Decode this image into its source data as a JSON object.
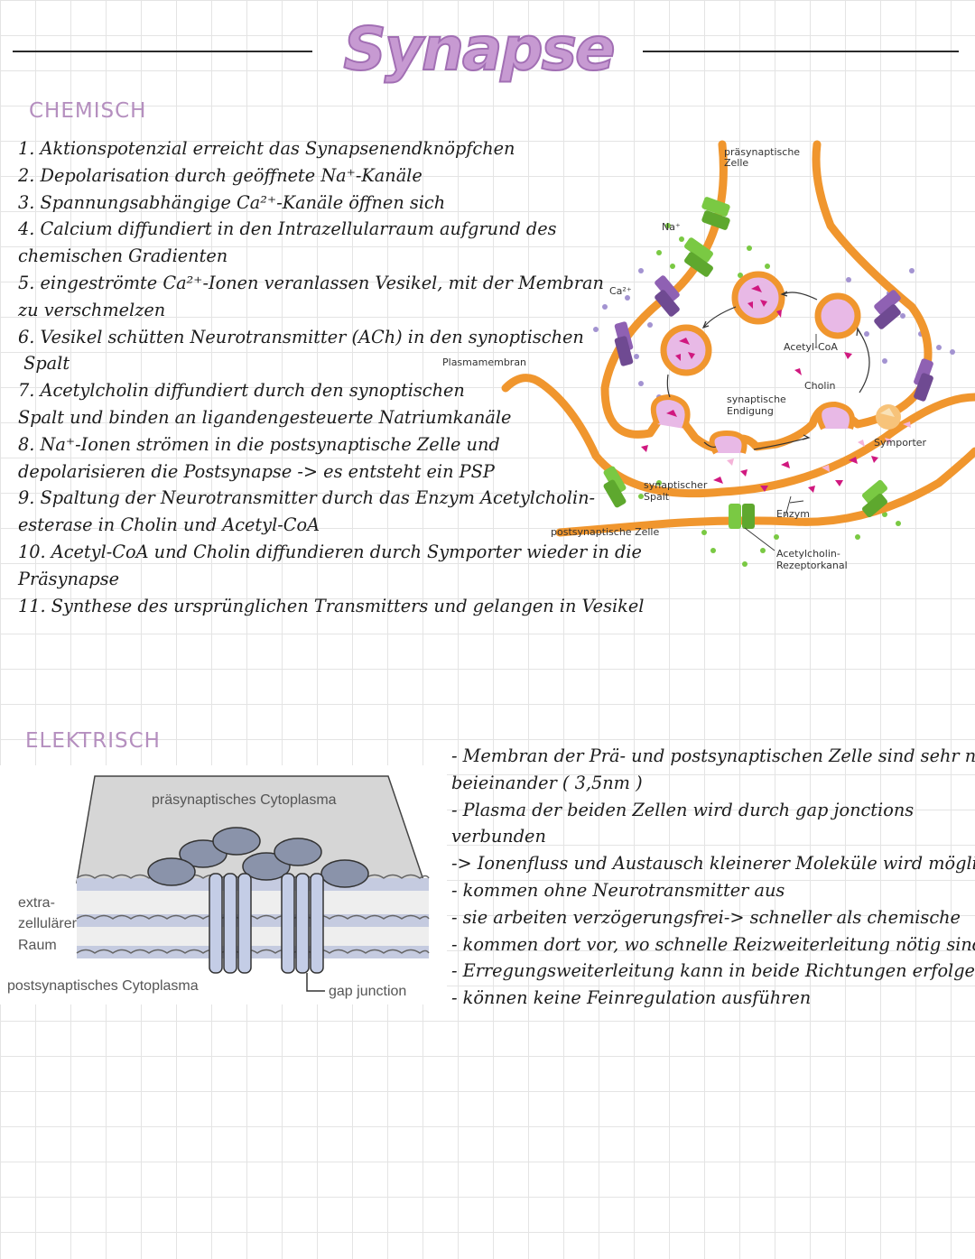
{
  "title": "Synapse",
  "chemical": {
    "heading": "CHEMISCH",
    "steps": [
      "1. Aktionspotenzial erreicht das Synapsenendknöpfchen",
      "2. Depolarisation durch geöffnete Na⁺-Kanäle",
      "3. Spannungsabhängige Ca²⁺-Kanäle öffnen sich",
      "4. Calcium diffundiert in den Intrazellularraum aufgrund des",
      "chemischen Gradienten",
      "5. eingeströmte Ca²⁺-Ionen veranlassen Vesikel, mit der Membran",
      "zu verschmelzen",
      "6. Vesikel schütten Neurotransmitter (ACh) in den synoptischen",
      " Spalt",
      "7. Acetylcholin diffundiert durch den synoptischen",
      "Spalt und binden an ligandengesteuerte Natriumkanäle",
      "8. Na⁺-Ionen strömen in die postsynaptische Zelle und",
      "depolarisieren die Postsynapse -> es entsteht ein PSP",
      "9. Spaltung der Neurotransmitter durch das Enzym Acetylcholin-",
      "esterase in Cholin und Acetyl-CoA",
      "10. Acetyl-CoA und Cholin diffundieren durch Symporter wieder in die",
      "Präsynapse",
      "11. Synthese des ursprünglichen Transmitters und gelangen in Vesikel"
    ],
    "diagram": {
      "presynaptic_cell": "präsynaptische",
      "presynaptic_cell_2": "Zelle",
      "na": "Na⁺",
      "ca": "Ca²⁺",
      "membrane": "Plasmamembran",
      "acetyl_coa": "Acetyl-CoA",
      "cholin": "Cholin",
      "ending_1": "synaptische",
      "ending_2": "Endigung",
      "symporter": "Symporter",
      "cleft_1": "synaptischer",
      "cleft_2": "Spalt",
      "enzyme": "Enzym",
      "postsynaptic_cell": "postsynaptische Zelle",
      "receptor_1": "Acetylcholin-",
      "receptor_2": "Rezeptorkanal"
    }
  },
  "electrical": {
    "heading": "ELEKTRISCH",
    "diagram": {
      "presynaptic_cytoplasm": "präsynaptisches Cytoplasma",
      "extracellular_1": "extra-",
      "extracellular_2": "zellulärer",
      "extracellular_3": "Raum",
      "postsynaptic_cytoplasm": "postsynaptisches Cytoplasma",
      "gap_junction": "gap junction"
    },
    "bullets": [
      "- Membran der Prä- und postsynaptischen Zelle sind sehr nah",
      "beieinander ( 3,5nm )",
      "- Plasma der beiden Zellen wird durch gap jonctions",
      "verbunden",
      "-> Ionenfluss und Austausch kleinerer Moleküle wird möglich",
      "- kommen ohne Neurotransmitter aus",
      "- sie arbeiten verzögerungsfrei-> schneller als chemische",
      "- kommen dort vor, wo schnelle Reizweiterleitung nötig sind",
      "- Erregungsweiterleitung kann in beide Richtungen erfolgen",
      "- können keine Feinregulation ausführen"
    ]
  },
  "colors": {
    "membrane": "#f0962e",
    "vesicle_fill": "#e8b9e6",
    "transmitter": "#d0187f",
    "channel_purple": "#8f61b3",
    "channel_green": "#7ac943",
    "heading": "#b58fbf",
    "title": "#c79ad2"
  }
}
